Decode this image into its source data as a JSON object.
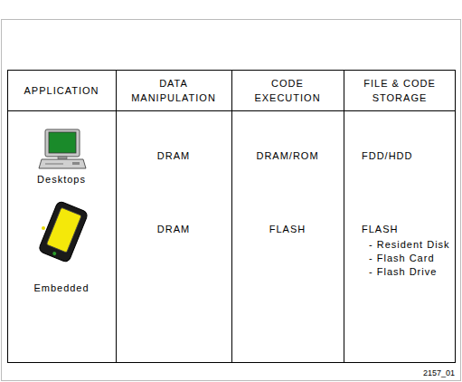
{
  "diagram": {
    "labels": [
      "APPLICATION",
      "DATA MANIPULATION",
      "CODE EXECUTION",
      "FILE & CODE STORAGE",
      "Desktops",
      "DRAM",
      "DRAM/ROM",
      "FDD/HDD",
      "Embedded",
      "DRAM",
      "FLASH",
      "FLASH",
      "- Resident Disk",
      "- Flash Card",
      "- Flash Drive",
      "2157_01"
    ]
  }
}
